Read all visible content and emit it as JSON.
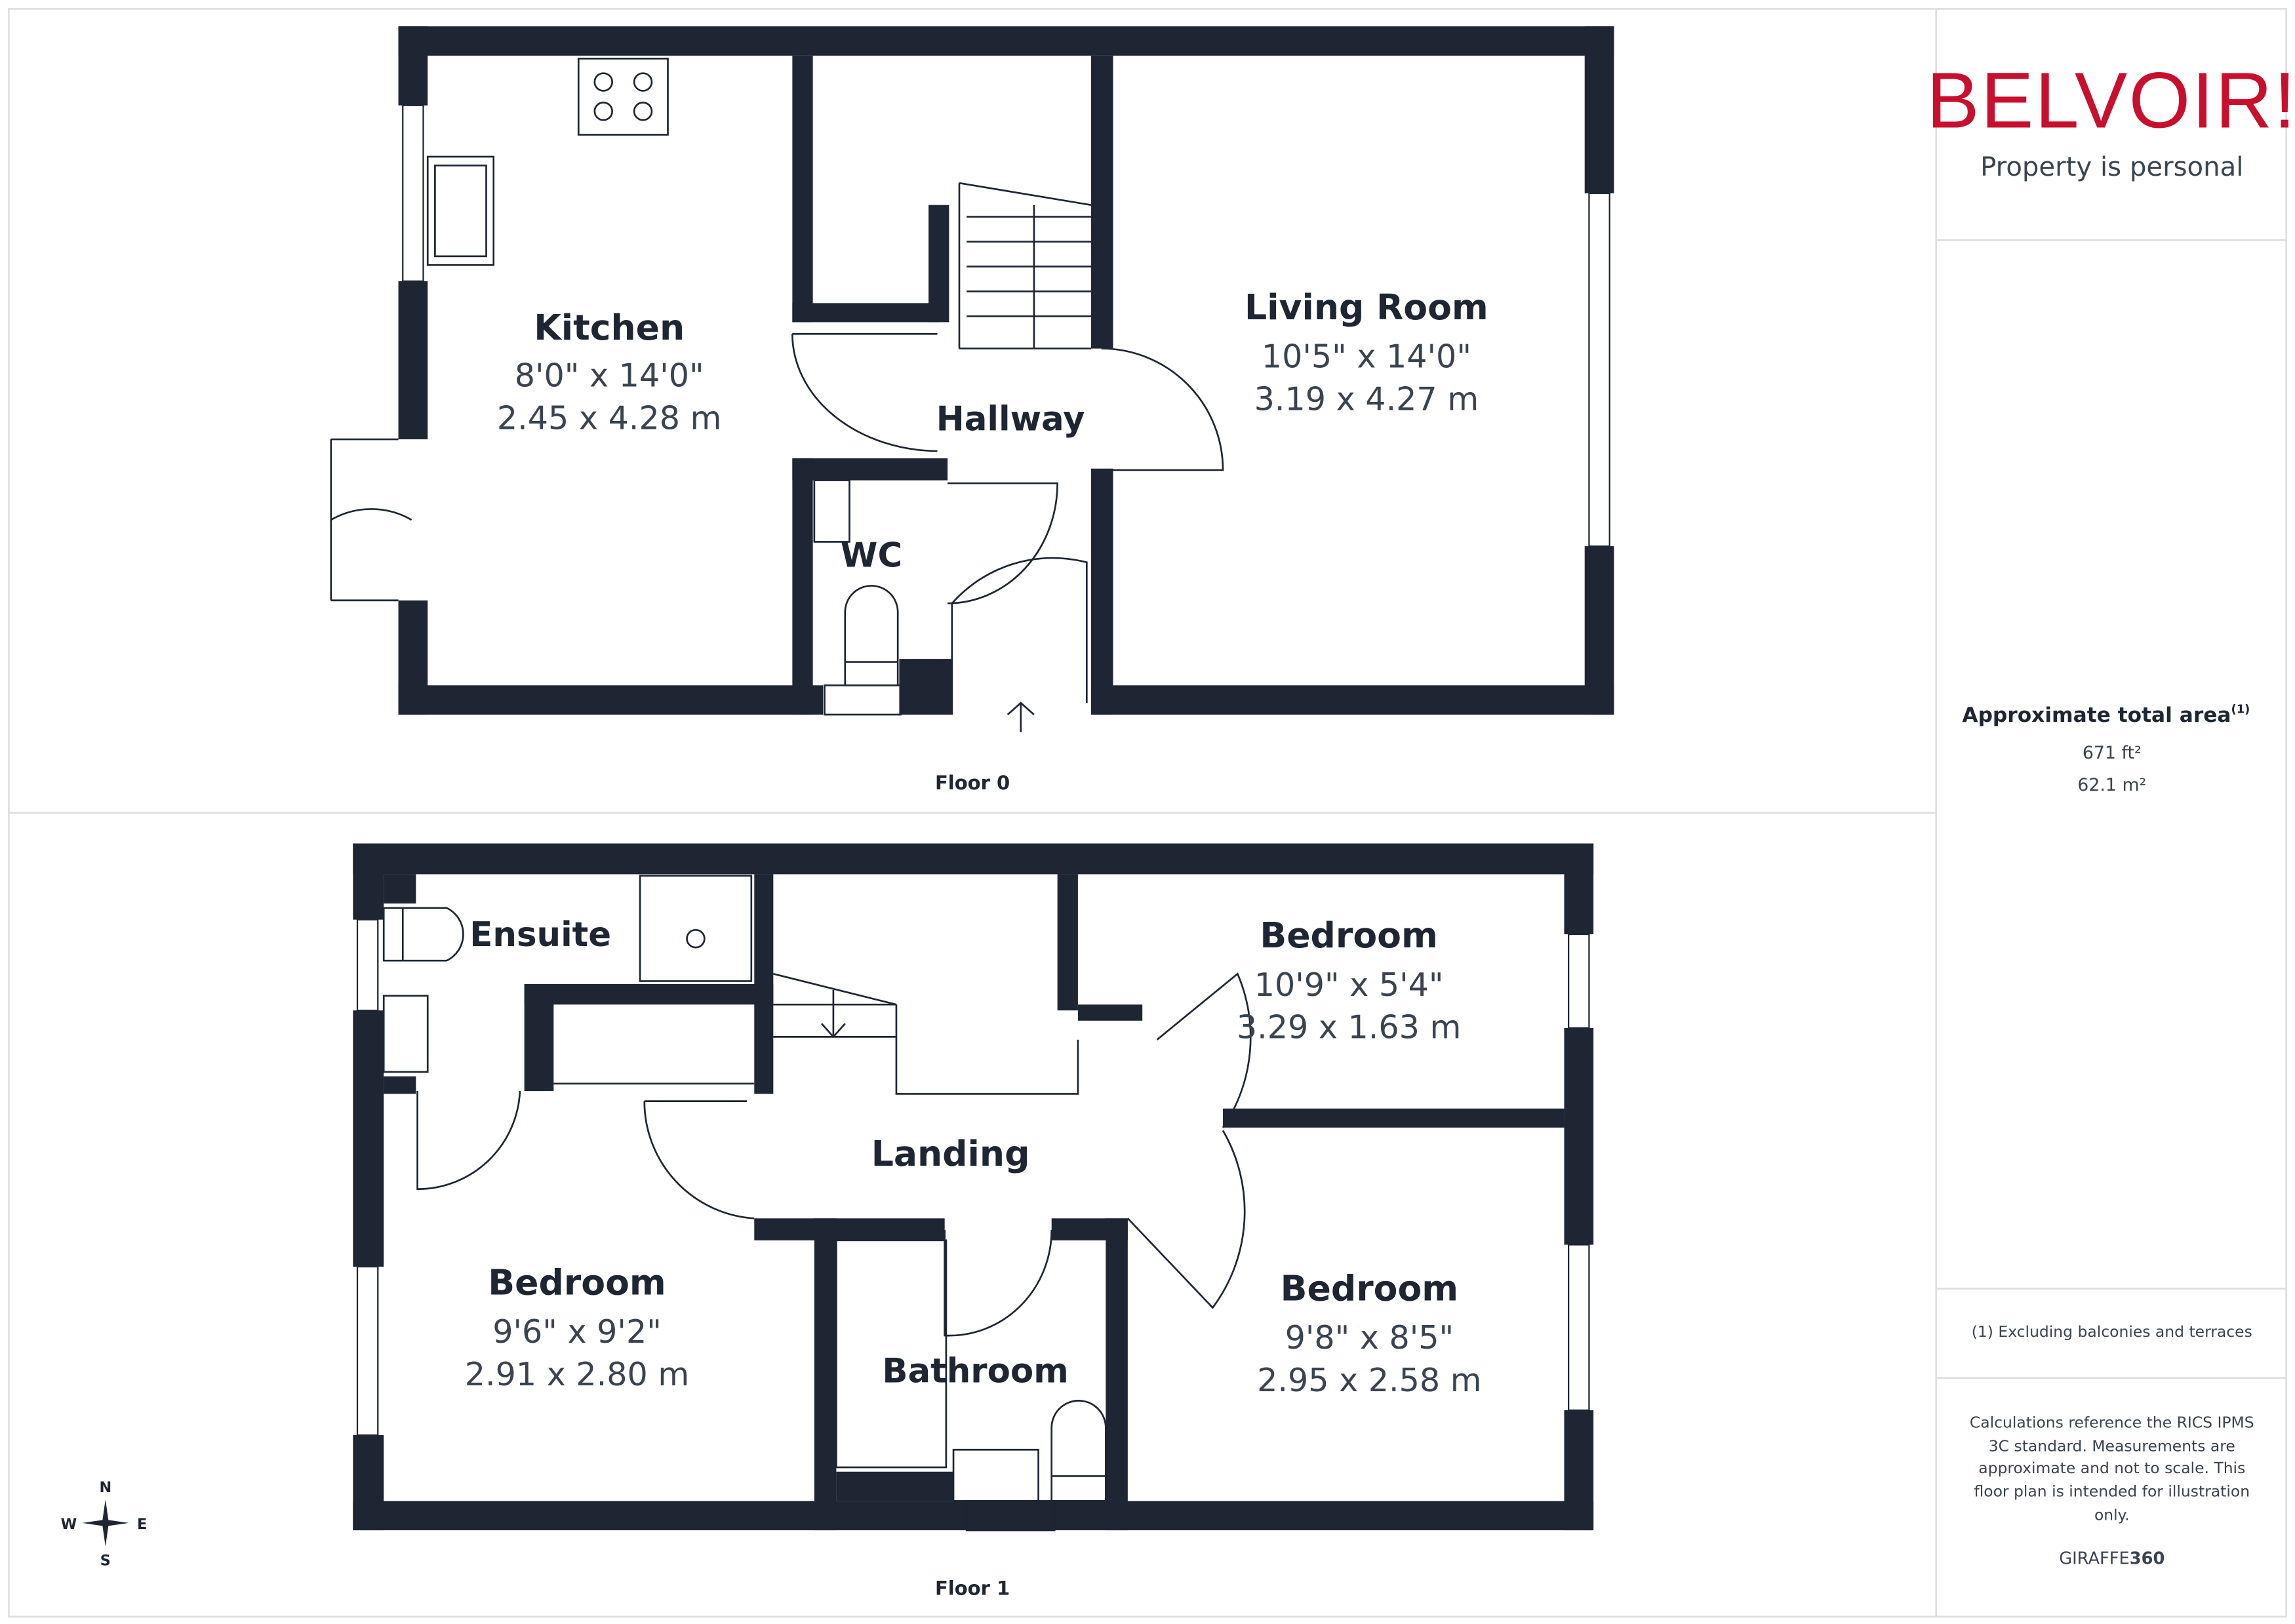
{
  "brand": {
    "name": "BELVOIR!",
    "tagline": "Property is personal",
    "color": "#c8102e"
  },
  "area": {
    "title": "Approximate total area",
    "footnote_mark": "(1)",
    "sqft": "671 ft²",
    "sqm": "62.1 m²"
  },
  "footnote": "(1) Excluding balconies and terraces",
  "disclaimer": [
    "Calculations reference the RICS IPMS",
    "3C standard. Measurements are",
    "approximate and not to scale. This",
    "floor plan is intended for illustration",
    "only."
  ],
  "credit": {
    "prefix": "GIRAFFE",
    "suffix": "360"
  },
  "compass": {
    "n": "N",
    "s": "S",
    "e": "E",
    "w": "W"
  },
  "floors": [
    {
      "label": "Floor 0",
      "rooms": [
        {
          "name": "Kitchen",
          "imperial": "8'0\" x 14'0\"",
          "metric": "2.45 x 4.28 m"
        },
        {
          "name": "Living Room",
          "imperial": "10'5\" x 14'0\"",
          "metric": "3.19 x 4.27 m"
        },
        {
          "name": "Hallway"
        },
        {
          "name": "WC"
        }
      ]
    },
    {
      "label": "Floor 1",
      "rooms": [
        {
          "name": "Ensuite"
        },
        {
          "name": "Bedroom",
          "imperial": "10'9\" x 5'4\"",
          "metric": "3.29 x 1.63 m"
        },
        {
          "name": "Landing"
        },
        {
          "name": "Bedroom",
          "imperial": "9'6\" x 9'2\"",
          "metric": "2.91 x 2.80 m"
        },
        {
          "name": "Bathroom"
        },
        {
          "name": "Bedroom",
          "imperial": "9'8\" x 8'5\"",
          "metric": "2.95 x 2.58 m"
        }
      ]
    }
  ]
}
